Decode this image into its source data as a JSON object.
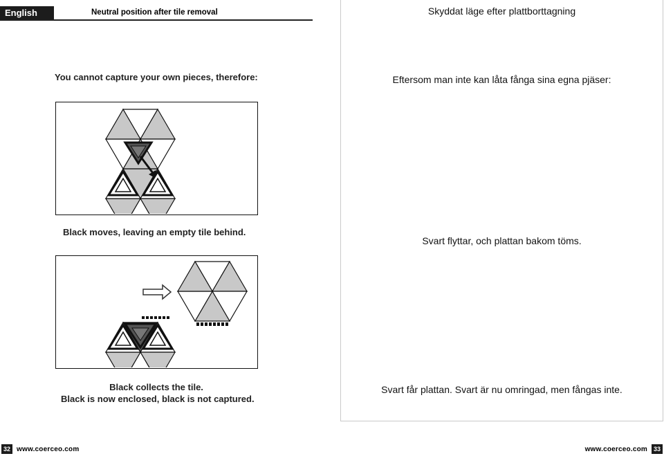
{
  "left_page": {
    "language_tab": "English",
    "section_title": "Neutral position after tile removal",
    "intro": "You cannot capture your own pieces, therefore:",
    "caption1": "Black moves, leaving an empty tile behind.",
    "caption2_line1": "Black collects the tile.",
    "caption2_line2": "Black is now enclosed, black is not captured.",
    "page_number": "32",
    "url": "www.coerceo.com"
  },
  "right_page": {
    "title": "Skyddat läge efter plattborttagning",
    "intro": "Eftersom man inte kan låta fånga sina egna pjäser:",
    "caption1": "Svart flyttar, och plattan bakom töms.",
    "caption2": "Svart får plattan. Svart är nu omringad, men fångas inte.",
    "page_number": "33",
    "url": "www.coerceo.com"
  },
  "colors": {
    "light_triangle": "#c8c8c8",
    "white_triangle": "#ffffff",
    "dark_piece": "#555555",
    "outline": "#111111"
  }
}
